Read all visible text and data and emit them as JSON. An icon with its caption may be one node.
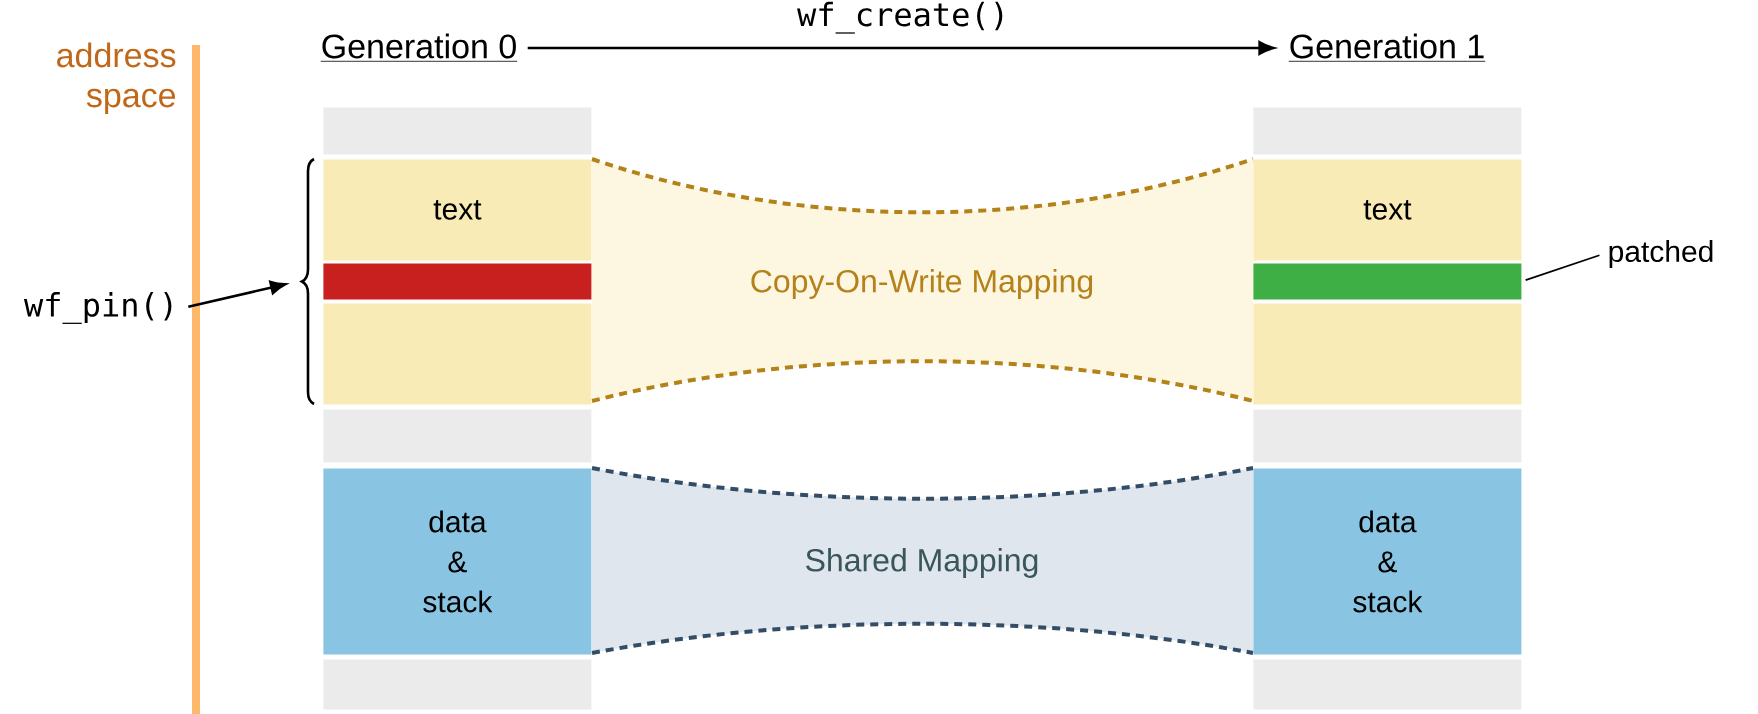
{
  "diagram": {
    "nodes": [
      {
        "text": [
          "Generation 0"
        ]
      },
      {
        "text": [
          "Generation 1"
        ]
      },
      {
        "text": [],
        "shape": "box"
      },
      {
        "text": [
          "text"
        ]
      },
      {
        "text": [],
        "shape": "bar"
      },
      {
        "text": [],
        "shape": "box"
      },
      {
        "text": [],
        "shape": "box"
      },
      {
        "text": [
          "data & stack"
        ]
      },
      {
        "text": [],
        "shape": "box"
      },
      {
        "text": [],
        "shape": "box"
      },
      {
        "text": [
          "text"
        ]
      },
      {
        "text": [],
        "shape": "bar"
      },
      {
        "text": [],
        "shape": "box"
      },
      {
        "text": [],
        "shape": "box"
      },
      {
        "text": [
          "data & stack"
        ]
      },
      {
        "text": [],
        "shape": "box"
      },
      {
        "text": [
          "Copy-On-Write Mapping"
        ]
      },
      {
        "text": [
          "Shared Mapping"
        ]
      },
      {
        "text": [
          "wf_pin()"
        ]
      },
      {
        "text": [],
        "shape": "brace"
      },
      {
        "text": [
          "patched"
        ]
      }
    ],
    "edges": [
      {
        "from": 0,
        "to": 1,
        "arrow": "to",
        "label": "wf_create()"
      },
      {
        "from": 18,
        "to": 19,
        "arrow": "to"
      },
      {
        "from": 20,
        "to": 11,
        "arrow": "none"
      }
    ],
    "labels": [
      "address space"
    ]
  }
}
